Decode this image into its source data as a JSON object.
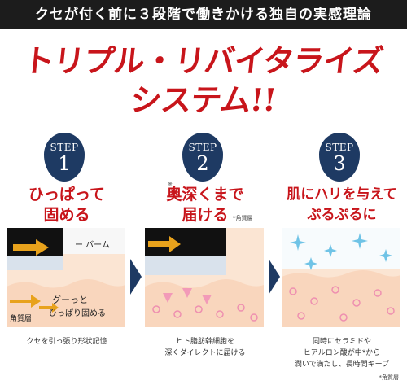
{
  "banner": "クセが付く前に３段階で働きかける独自の実感理論",
  "headline": {
    "line1": "トリプル・リバイタライズ",
    "line2": "システム!!"
  },
  "steps": [
    {
      "step_label": "STEP",
      "number": "1",
      "title_l1": "ひっぱって",
      "title_l2": "固める",
      "label_balm": "ー バーム",
      "label_stratum": "角質層",
      "label_action_l1": "グーっと",
      "label_action_l2": "ひっぱり固める",
      "caption_l1": "クセを引っ張り形状記憶",
      "caption_l2": ""
    },
    {
      "step_label": "STEP",
      "number": "2",
      "title_l1": "奥深くまで",
      "title_l2": "届ける",
      "mark": "※",
      "note": "*角質層",
      "caption_l1": "ヒト脂肪幹細胞を",
      "caption_l2": "深くダイレクトに届ける"
    },
    {
      "step_label": "STEP",
      "number": "3",
      "title_l1": "肌にハリを与えて",
      "title_l2": "ぷるぷるに",
      "caption_l1": "同時にセラミドや",
      "caption_l2": "ヒアルロン酸が中*から",
      "caption_l3": "潤いで満たし、長時間キープ",
      "note": "*角質層"
    }
  ],
  "colors": {
    "red": "#c8151b",
    "navy": "#1e3a63",
    "skin": "#fbe5d3",
    "arrow": "#e8a21c"
  }
}
